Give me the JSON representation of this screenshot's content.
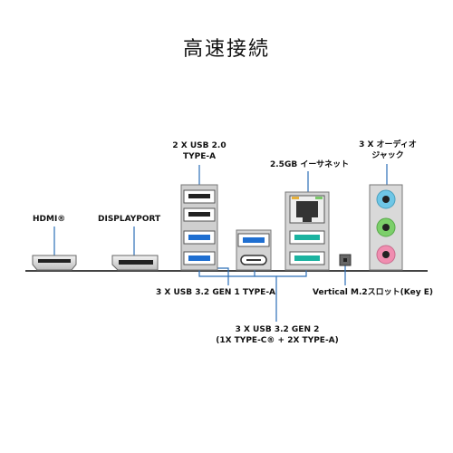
{
  "title": "高速接続",
  "labels": {
    "hdmi": "HDMI®",
    "displayport": "DISPLAYPORT",
    "usb20_line1": "2 X USB 2.0",
    "usb20_line2": "TYPE-A",
    "lan": "2.5GB イーサネット",
    "audio_line1": "3 X オーディオ",
    "audio_line2": "ジャック",
    "usb32g1": "3 X USB 3.2 GEN 1 TYPE-A",
    "m2": "Vertical M.2スロット(Key E)",
    "usb32g2_line1": "3 X USB 3.2 GEN 2",
    "usb32g2_line2": "(1X TYPE-C® + 2X TYPE-A)"
  },
  "colors": {
    "accent_line": "#2c6fb7",
    "usb3_blue": "#1f6fd1",
    "usb_gen2_teal": "#1bb3a0",
    "audio_blue": "#6ec6e6",
    "audio_green": "#7ccf6a",
    "audio_pink": "#f08db0"
  }
}
